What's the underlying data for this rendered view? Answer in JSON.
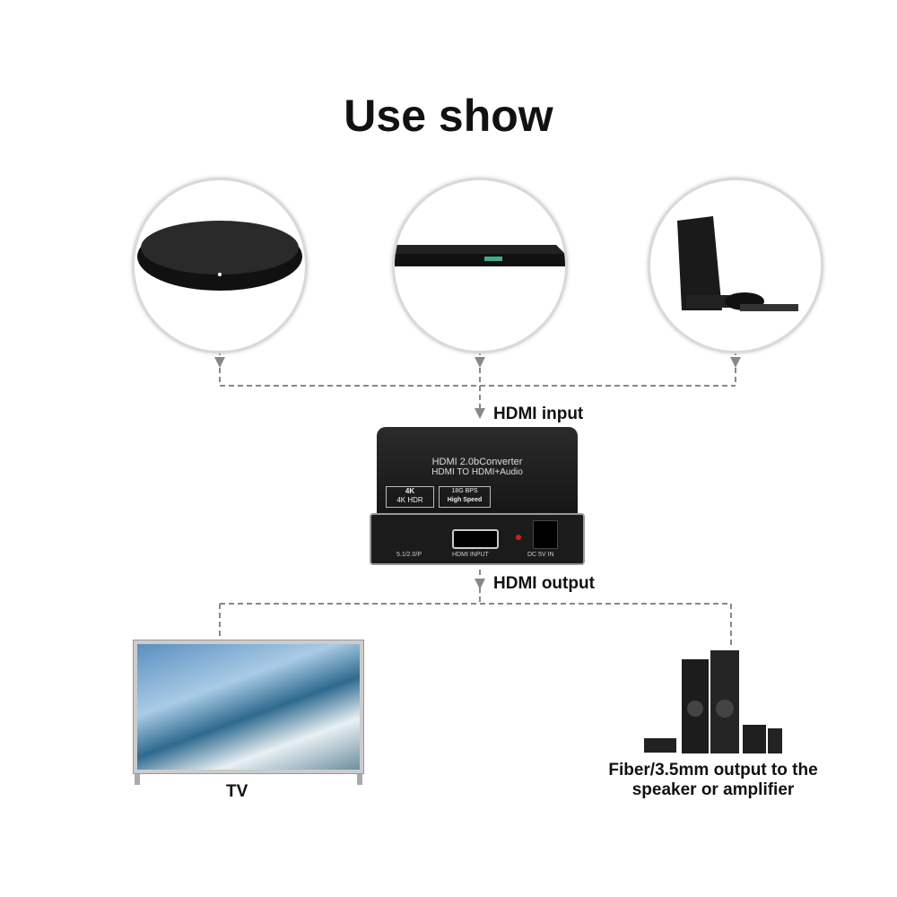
{
  "title": "Use show",
  "sources": [
    {
      "name": "tv-box"
    },
    {
      "name": "dvd-player"
    },
    {
      "name": "game-console"
    }
  ],
  "labels": {
    "hdmi_input": "HDMI input",
    "hdmi_output": "HDMI output",
    "tv": "TV",
    "speaker_line1": "Fiber/3.5mm output to the",
    "speaker_line2": "speaker or amplifier"
  },
  "device": {
    "line1": "HDMI 2.0bConverter",
    "line2": "HDMI TO HDMI+Audio",
    "badge1_top": "4K",
    "badge1_bottom": "4K HDR",
    "badge2_top": "18G BPS",
    "badge2_bottom": "High Speed",
    "port1": "5.1/2.0/P",
    "port2": "HDMI INPUT",
    "port3": "DC 5V IN"
  }
}
